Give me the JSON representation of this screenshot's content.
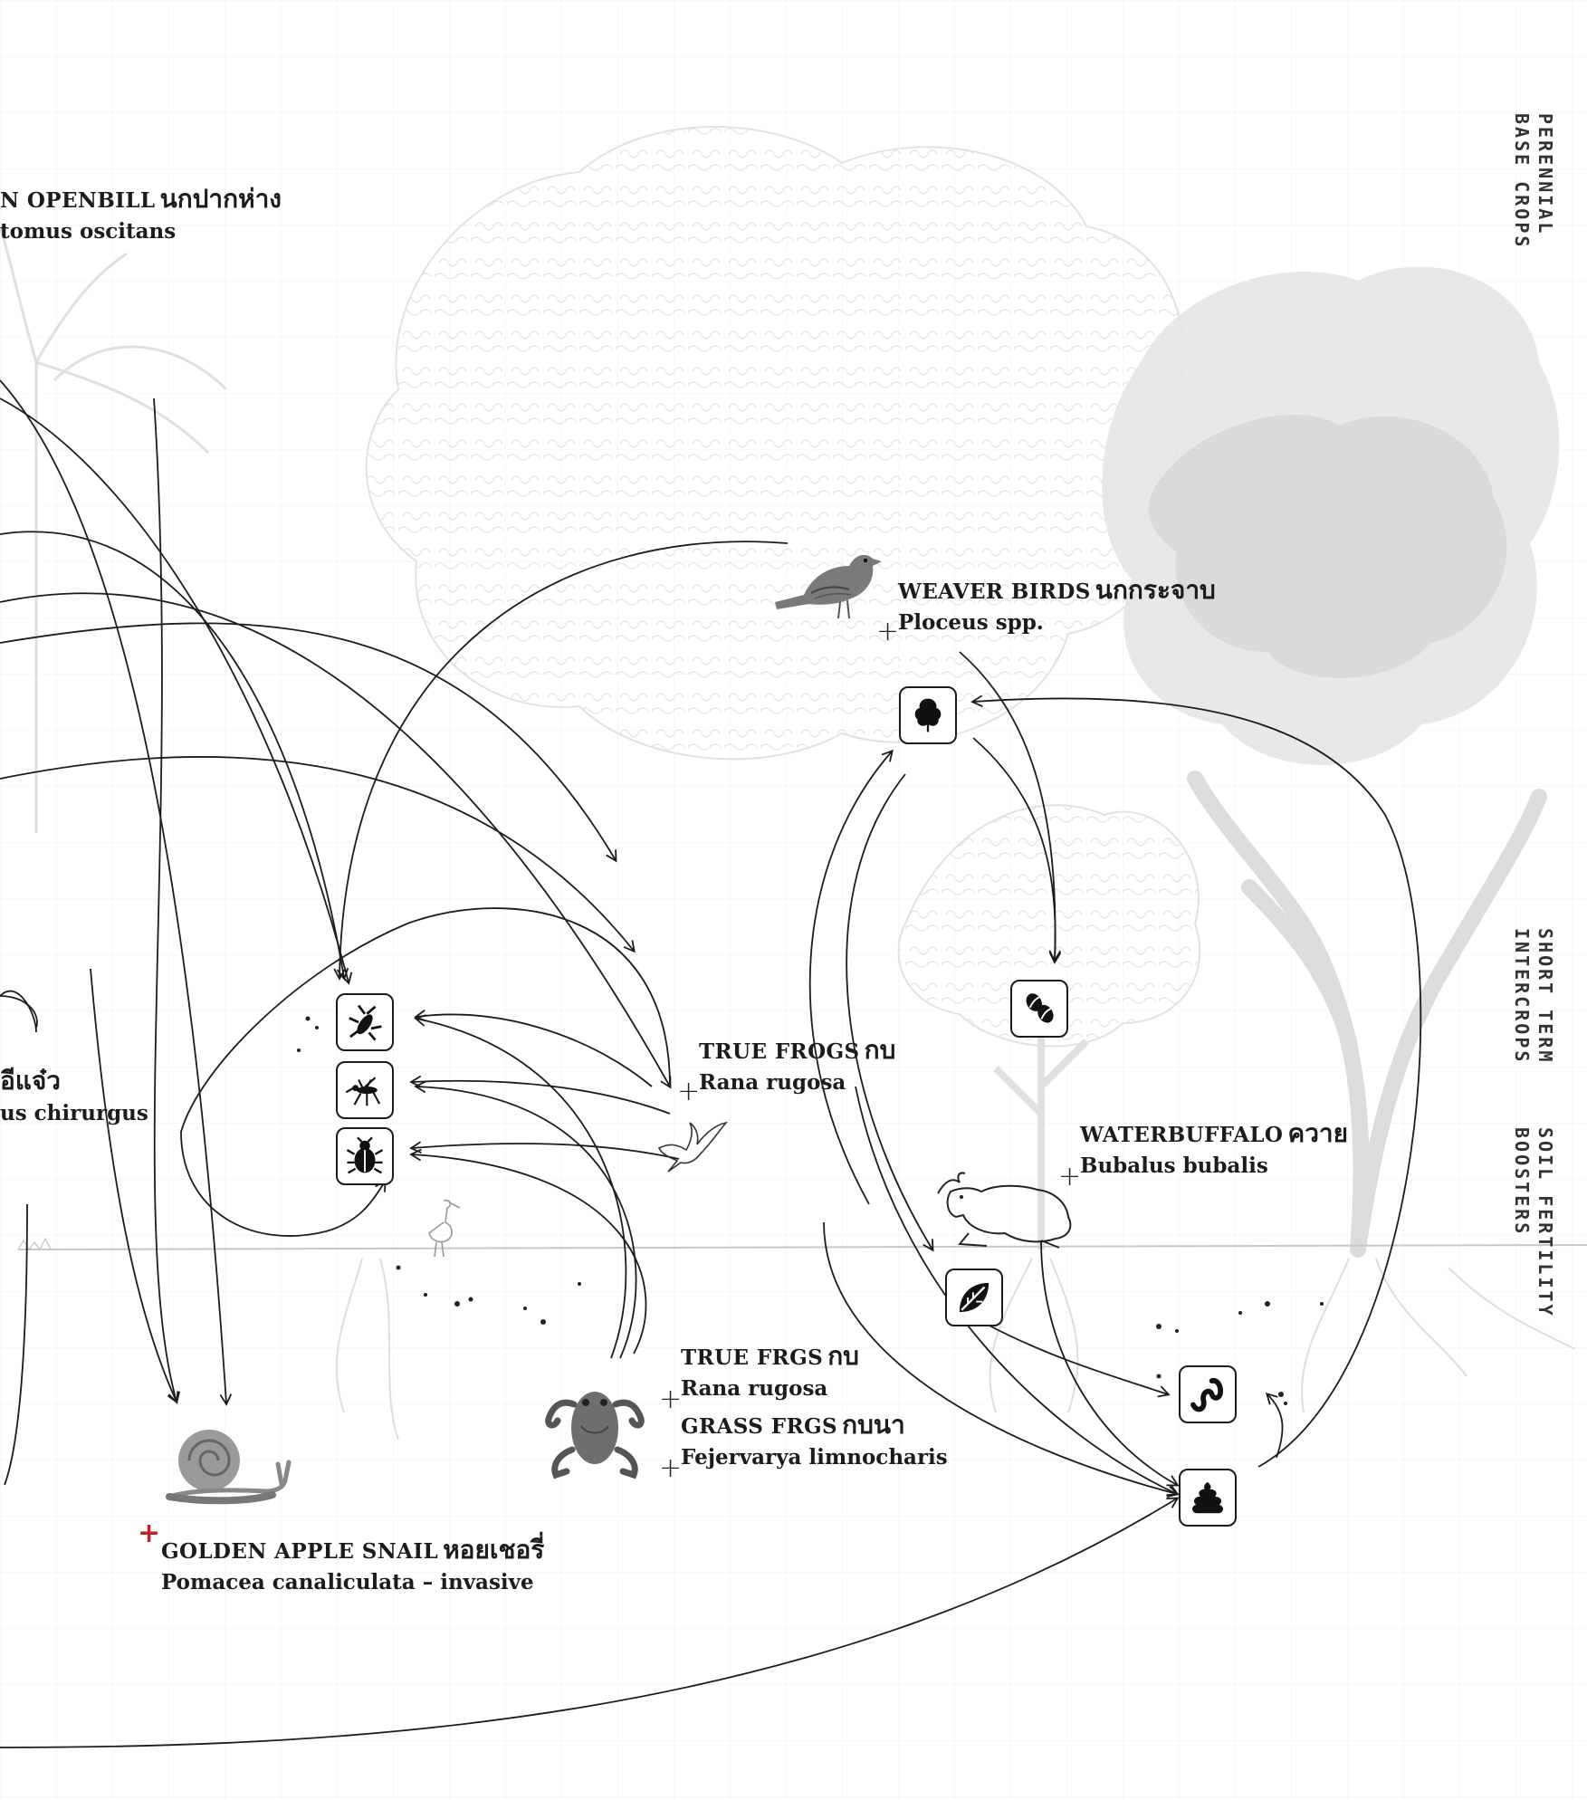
{
  "side_labels": {
    "perennial": [
      "PERENNIAL",
      "BASE CROPS"
    ],
    "short_term": [
      "SHORT TERM",
      "INTERCROPS"
    ],
    "soil": [
      "SOIL FERTILITY",
      "BOOSTERS"
    ]
  },
  "species": {
    "openbill": {
      "name": "N OPENBILL",
      "thai": "นกปากห่าง",
      "sci": "tomus oscitans"
    },
    "weaver": {
      "name": "WEAVER BIRDS",
      "thai": "นกกระจาบ",
      "sci": "Ploceus spp."
    },
    "true_frogs_top": {
      "name": "TRUE FROGS",
      "thai": "กบ",
      "sci": "Rana rugosa"
    },
    "waterbuffalo": {
      "name": "WATERBUFFALO",
      "thai": "ควาย",
      "sci": "Bubalus bubalis"
    },
    "hoopoe": {
      "thai": "อีแจ๋ว",
      "sci": "us chirurgus"
    },
    "true_frgs": {
      "name": "TRUE FRGS",
      "thai": "กบ",
      "sci": "Rana rugosa"
    },
    "grass_frgs": {
      "name": "GRASS FRGS",
      "thai": "กบนา",
      "sci": "Fejervarya limnocharis"
    },
    "snail": {
      "name": "GOLDEN APPLE SNAIL",
      "thai": "หอยเชอรี่",
      "sci": "Pomacea canaliculata – invasive"
    }
  },
  "icons": [
    "tree-icon",
    "seeds-icon",
    "leaf-compost-icon",
    "worm-icon",
    "manure-icon",
    "grasshopper-icon",
    "mosquito-icon",
    "beetle-icon"
  ],
  "colors": {
    "ink": "#1c1c1c",
    "invasive": "#c42126",
    "background_art": "#d9d9d9"
  }
}
